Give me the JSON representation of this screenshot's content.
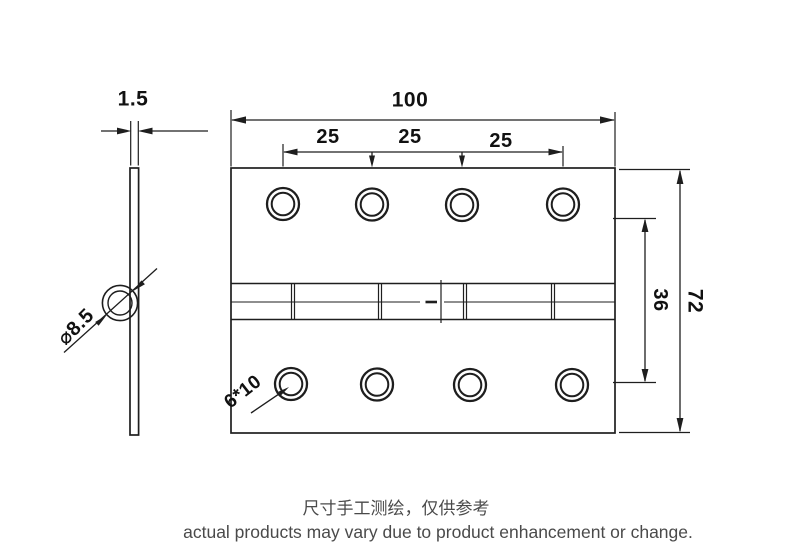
{
  "side_view": {
    "thickness_label": "1.5",
    "hole_diameter_label": "⌀8.5"
  },
  "front_view": {
    "width_label": "100",
    "hole_spacing_labels": [
      "25",
      "25",
      "25"
    ],
    "height_label": "72",
    "hole_rows_distance_label": "36",
    "hole_size_label": "6*10"
  },
  "footer": {
    "note_zh": "尺寸手工测绘，仅供参考",
    "note_en": "actual products may vary due to product enhancement or change."
  },
  "colors": {
    "line": "#1e1e1e",
    "dimension_text": "#111111",
    "footer_text": "#4a4a4a",
    "background": "#ffffff"
  }
}
